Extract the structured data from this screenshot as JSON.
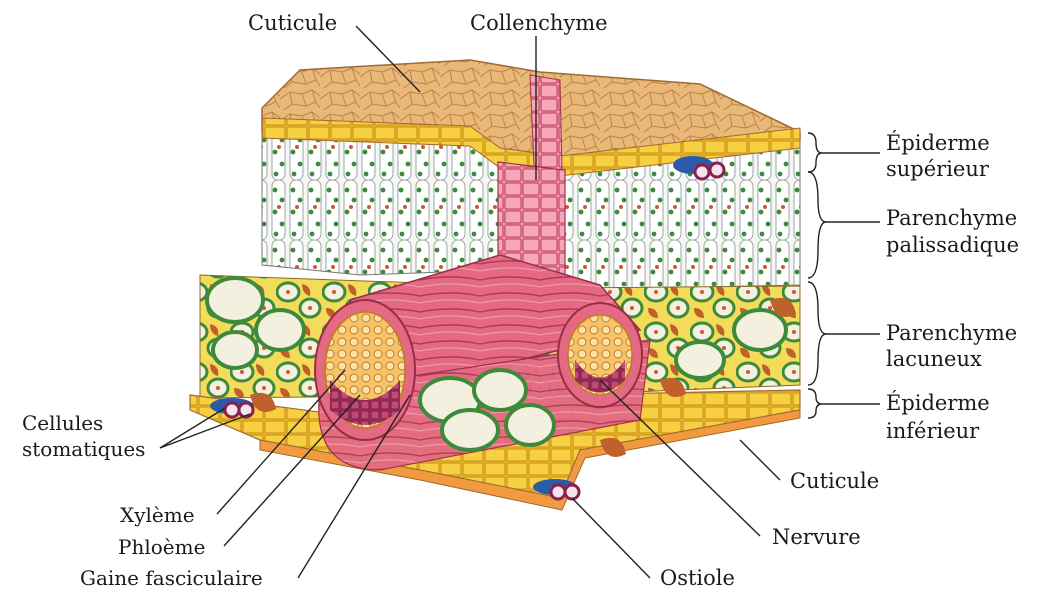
{
  "labels": {
    "cuticule_top": "Cuticule",
    "collenchyme": "Collenchyme",
    "epiderme_sup_1": "Épiderme",
    "epiderme_sup_2": "supérieur",
    "palissadique_1": "Parenchyme",
    "palissadique_2": "palissadique",
    "lacuneux_1": "Parenchyme",
    "lacuneux_2": "lacuneux",
    "epiderme_inf_1": "Épiderme",
    "epiderme_inf_2": "inférieur",
    "cuticule_bottom": "Cuticule",
    "nervure": "Nervure",
    "ostiole": "Ostiole",
    "cellules_1": "Cellules",
    "cellules_2": "stomatiques",
    "xyleme": "Xylème",
    "phloeme": "Phloème",
    "gaine": "Gaine fasciculaire"
  },
  "colors": {
    "cuticle": "#e8b36a",
    "epidermis": "#f2c230",
    "palisade_cell": "#f4f4f4",
    "chloroplast": "#3c8a3a",
    "vein": "#e0607a",
    "xylem": "#f0a040",
    "phloem": "#a0305a",
    "spongy": "#c0602a",
    "guard_cell": "#2a5aa8"
  }
}
